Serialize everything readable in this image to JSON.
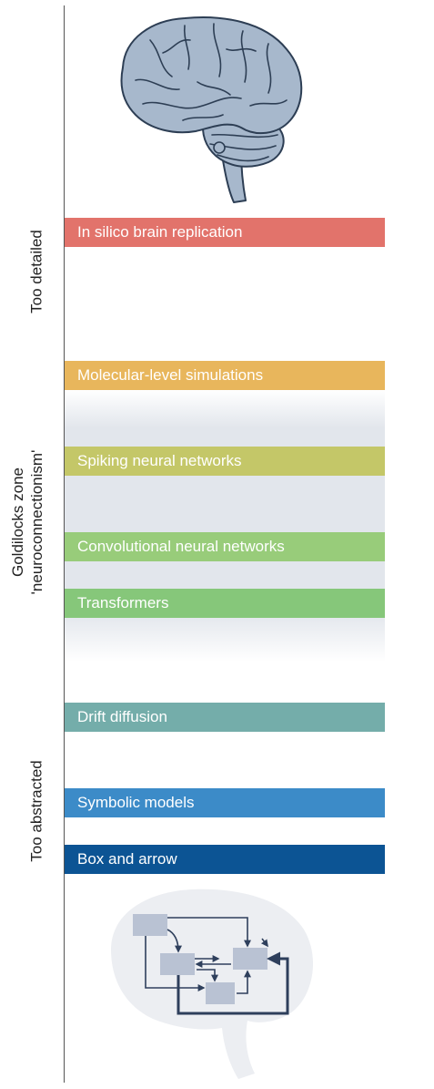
{
  "side_labels": {
    "too_detailed": "Too detailed",
    "goldilocks_line1": "Goldilocks zone",
    "goldilocks_line2": "'neuroconnectionism'",
    "too_abstracted": "Too abstracted"
  },
  "levels": [
    {
      "label": "In silico brain replication",
      "color": "#e2736b"
    },
    {
      "label": "Molecular-level simulations",
      "color": "#e8b65c"
    },
    {
      "label": "Spiking neural networks",
      "color": "#c4c768"
    },
    {
      "label": "Convolutional neural networks",
      "color": "#98cc7a"
    },
    {
      "label": "Transformers",
      "color": "#86c77a"
    },
    {
      "label": "Drift diffusion",
      "color": "#74adaa"
    },
    {
      "label": "Symbolic models",
      "color": "#3c8bc8"
    },
    {
      "label": "Box and arrow",
      "color": "#0c5494"
    }
  ],
  "colors": {
    "brain_fill": "#a7b8cc",
    "brain_stroke": "#2d3e54",
    "goldilocks_band": "#e2e6ec",
    "box_fill": "#b9c2d3",
    "arrow": "#2e3f5c",
    "faded_brain": "#eceef2"
  },
  "icons": [
    "detailed-brain-illustration",
    "box-and-arrow-brain-illustration"
  ]
}
